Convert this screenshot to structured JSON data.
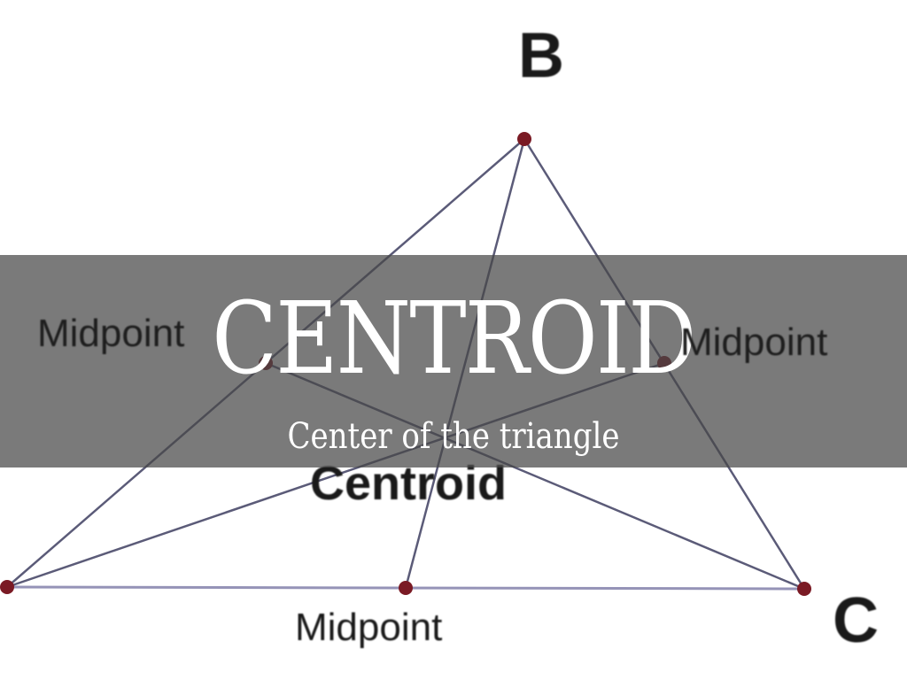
{
  "diagram": {
    "vertex_labels": {
      "top": "B",
      "bottom_right": "C"
    },
    "midpoint_labels": [
      "Midpoint",
      "Midpoint",
      "Midpoint"
    ],
    "center_label": "Centroid",
    "line_color": "#4a4a6a",
    "point_color": "#7a1a24"
  },
  "slide": {
    "title": "CENTROID",
    "subtitle": "Center of the triangle"
  }
}
